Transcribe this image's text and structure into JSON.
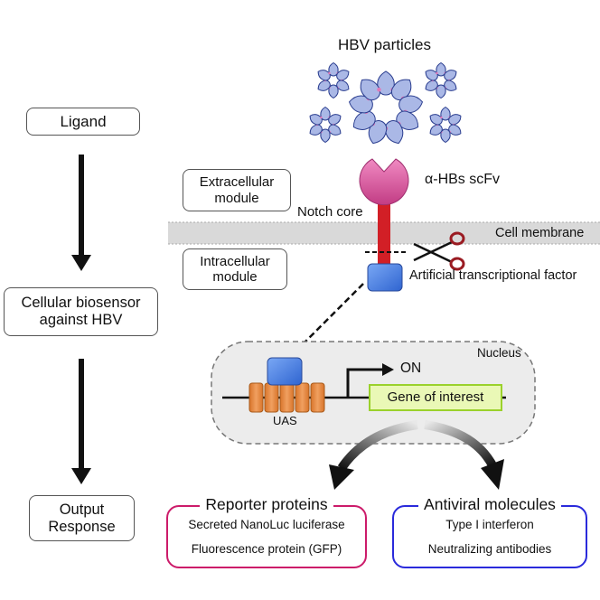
{
  "flow": {
    "ligand": "Ligand",
    "biosensor": "Cellular biosensor against HBV",
    "biosensor_line1": "Cellular biosensor",
    "biosensor_line2": "against HBV",
    "output_line1": "Output",
    "output_line2": "Response"
  },
  "receptor": {
    "hbv_particles": "HBV particles",
    "scfv": "α-HBs scFv",
    "extracellular_line1": "Extracellular",
    "extracellular_line2": "module",
    "notch_core": "Notch core",
    "cell_membrane": "Cell membrane",
    "intracellular_line1": "Intracellular",
    "intracellular_line2": "module",
    "transcription_factor": "Artificial transcriptional factor"
  },
  "nucleus": {
    "label": "Nucleus",
    "on": "ON",
    "gene": "Gene of interest",
    "uas": "UAS"
  },
  "outputs": {
    "reporter": {
      "title": "Reporter proteins",
      "items": [
        "Secreted NanoLuc luciferase",
        "Fluorescence protein (GFP)"
      ],
      "border_color": "#cc1b6a"
    },
    "antiviral": {
      "title": "Antiviral molecules",
      "items": [
        "Type I interferon",
        "Neutralizing antibodies"
      ],
      "border_color": "#2a2adb"
    }
  },
  "colors": {
    "particle_fill": "#aab8e6",
    "particle_stroke": "#2a3d8f",
    "particle_pink": "#e07ab8",
    "scfv": "#e0559a",
    "notch": "#d21f26",
    "tf_blue": "#4a7fe0",
    "uas_orange": "#e6883a",
    "gene_fill": "#eaf8b6",
    "gene_border": "#9bd12c",
    "membrane": "#d9d9d9"
  },
  "icons": {
    "scissors": "scissors-icon"
  }
}
